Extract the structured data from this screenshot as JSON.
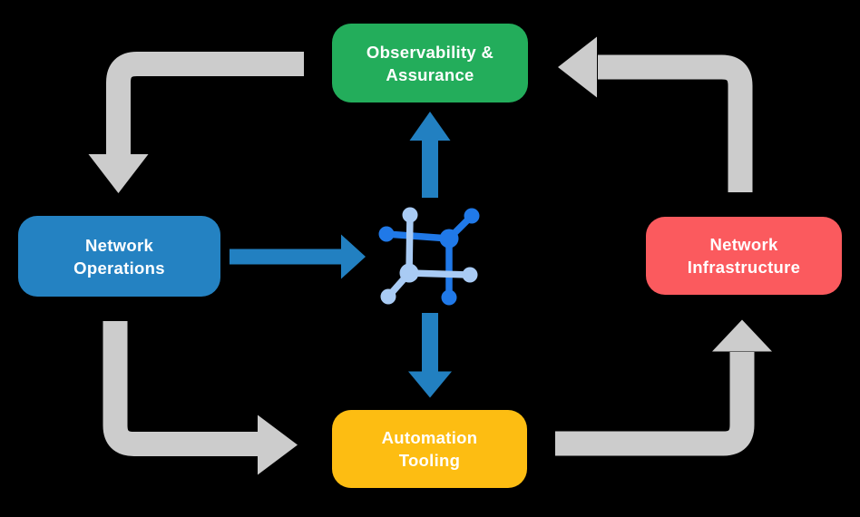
{
  "diagram": {
    "type": "cycle-flow-diagram",
    "nodes": {
      "observability": {
        "line1": "Observability &",
        "line2": "Assurance",
        "color": "#23AD5B"
      },
      "operations": {
        "line1": "Network",
        "line2": "Operations",
        "color": "#2482C2"
      },
      "infrastructure": {
        "line1": "Network",
        "line2": "Infrastructure",
        "color": "#FB5A5E"
      },
      "automation": {
        "line1": "Automation",
        "line2": "Tooling",
        "color": "#FDBD12"
      }
    },
    "center_icon": "network-mesh-icon",
    "edges": {
      "gray_cycle": [
        {
          "from": "observability",
          "to": "operations"
        },
        {
          "from": "operations",
          "to": "automation"
        },
        {
          "from": "automation",
          "to": "infrastructure"
        },
        {
          "from": "infrastructure",
          "to": "observability"
        }
      ],
      "blue": [
        {
          "from": "operations",
          "to": "center-icon"
        },
        {
          "from": "center-icon",
          "to": "observability"
        },
        {
          "from": "center-icon",
          "to": "automation"
        }
      ]
    }
  },
  "colors": {
    "bg": "#000000",
    "node-green": "#23AD5B",
    "node-blue": "#2482C2",
    "node-red": "#FB5A5E",
    "node-yellow": "#FDBD12",
    "arrow-gray": "#CCCCCC",
    "arrow-blue": "#2280C1",
    "icon-dark": "#2079E8",
    "icon-light": "#A9CBF4",
    "text": "#FFFFFF"
  }
}
